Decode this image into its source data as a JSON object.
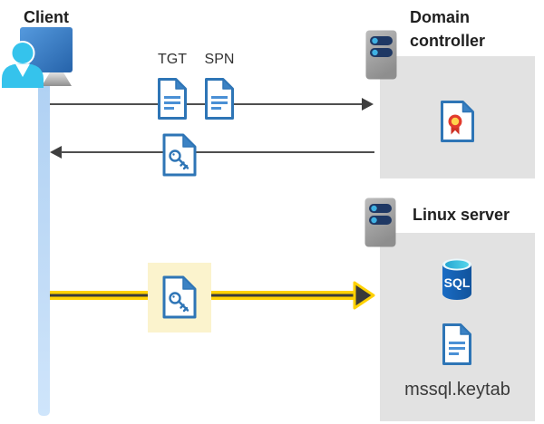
{
  "client": {
    "label": "Client"
  },
  "domain_controller": {
    "label": "Domain controller"
  },
  "linux_server": {
    "label": "Linux server"
  },
  "labels": {
    "tgt": "TGT",
    "spn": "SPN",
    "keytab": "mssql.keytab",
    "sql": "SQL"
  },
  "colors": {
    "document_blue": "#2e75b6",
    "document_fold_blue": "#3b82c4",
    "document_line_blue": "#4a90d5",
    "arrow_gray": "#4f4f4f",
    "accent_yellow": "#ffd103",
    "box_gray": "#e2e2e2",
    "highlight_yellow": "#fbf3cd",
    "lifeline_blue": "#c2dcf7",
    "server_bar_navy": "#1f3864",
    "server_dot_cyan": "#3fb1e3",
    "sql_body_blue": "#1766bf",
    "certificate_red": "#e23a2c",
    "certificate_gold": "#ffd34d"
  },
  "icons": [
    "client-icon",
    "server-icon",
    "document-icon",
    "key-document-icon",
    "certificate-icon",
    "sql-database-icon"
  ]
}
